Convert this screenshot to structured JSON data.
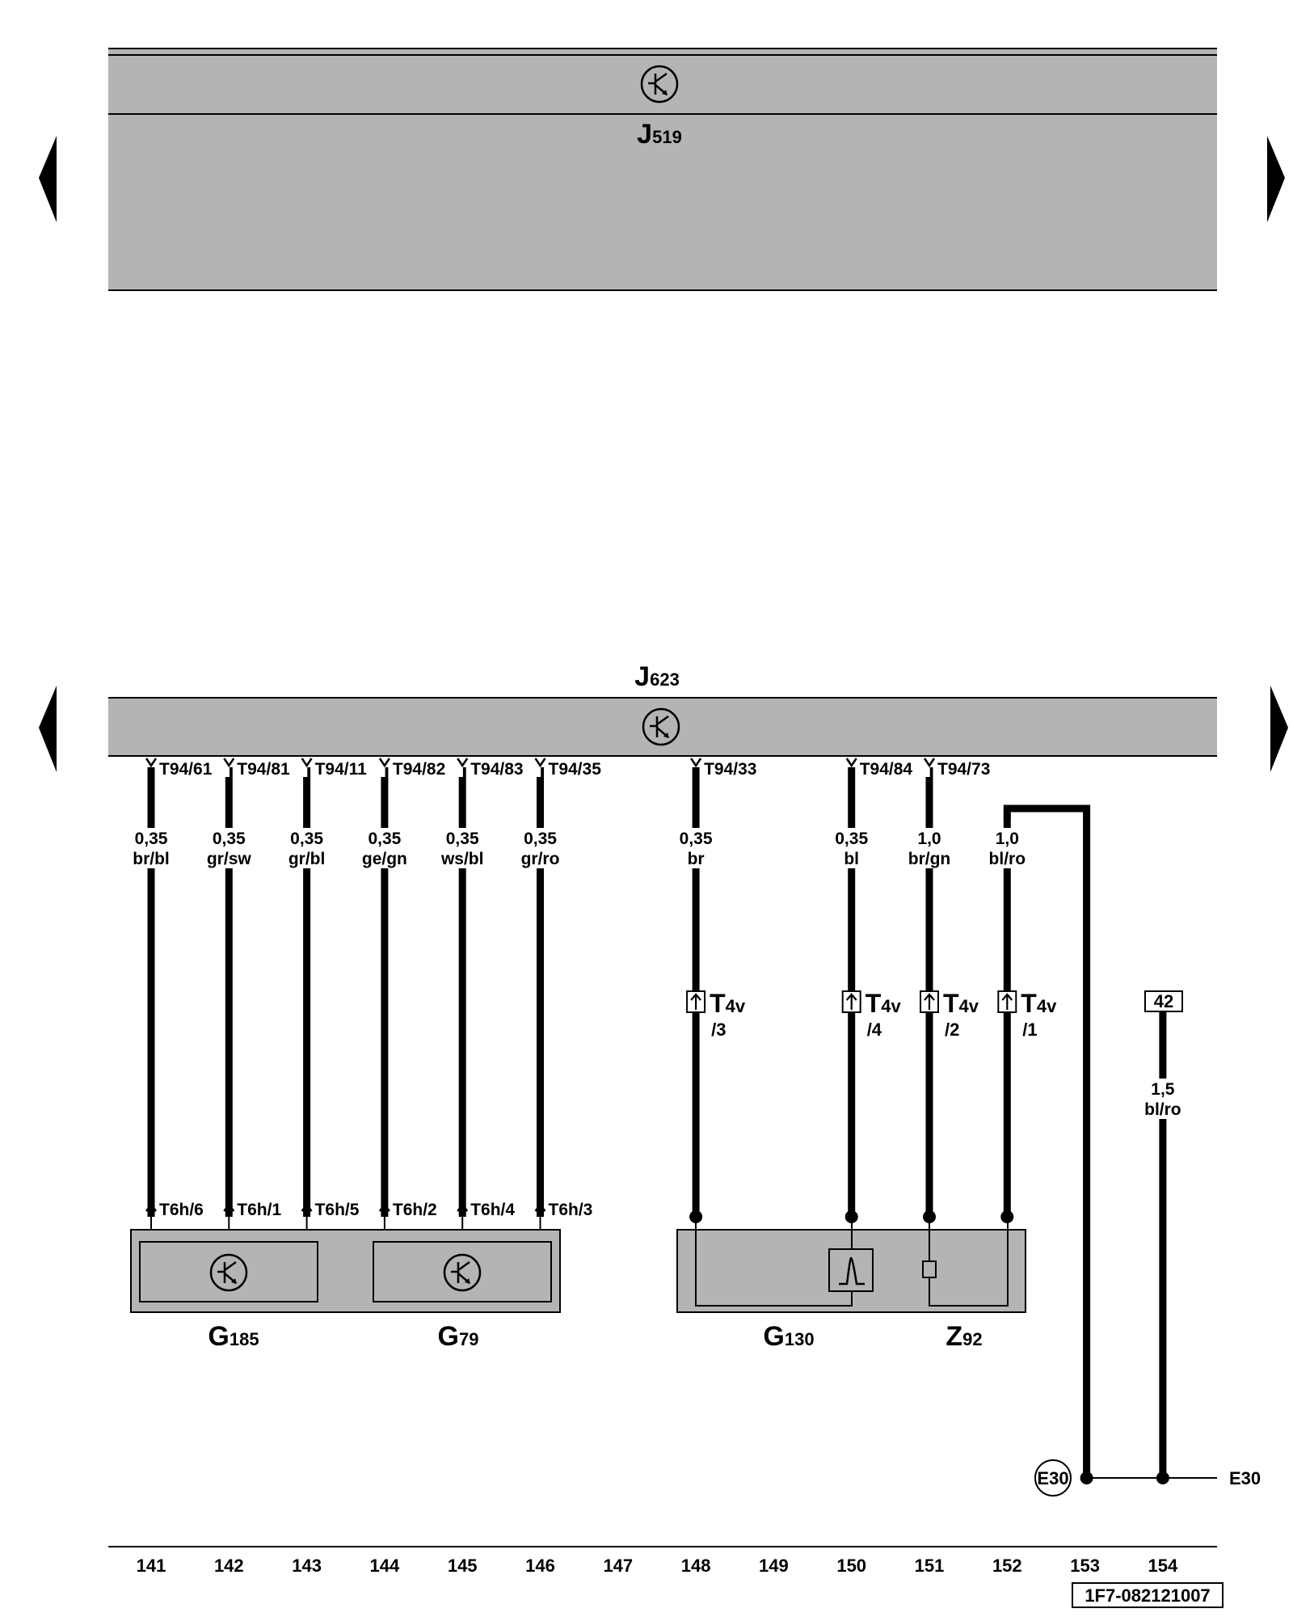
{
  "top_unit": {
    "name": "J",
    "sub": "519"
  },
  "main_unit": {
    "name": "J",
    "sub": "623"
  },
  "upper_pins": [
    {
      "label": "T94/61",
      "col": 0
    },
    {
      "label": "T94/81",
      "col": 1
    },
    {
      "label": "T94/11",
      "col": 2
    },
    {
      "label": "T94/82",
      "col": 3
    },
    {
      "label": "T94/83",
      "col": 4
    },
    {
      "label": "T94/35",
      "col": 5
    },
    {
      "label": "T94/33",
      "col": 7
    },
    {
      "label": "T94/84",
      "col": 9
    },
    {
      "label": "T94/73",
      "col": 10
    }
  ],
  "wires": [
    {
      "col": 0,
      "size": "0,35",
      "color": "br/bl"
    },
    {
      "col": 1,
      "size": "0,35",
      "color": "gr/sw"
    },
    {
      "col": 2,
      "size": "0,35",
      "color": "gr/bl"
    },
    {
      "col": 3,
      "size": "0,35",
      "color": "ge/gn"
    },
    {
      "col": 4,
      "size": "0,35",
      "color": "ws/bl"
    },
    {
      "col": 5,
      "size": "0,35",
      "color": "gr/ro"
    },
    {
      "col": 7,
      "size": "0,35",
      "color": "br"
    },
    {
      "col": 9,
      "size": "0,35",
      "color": "bl"
    },
    {
      "col": 10,
      "size": "1,0",
      "color": "br/gn"
    },
    {
      "col": 11,
      "size": "1,0",
      "color": "bl/ro"
    },
    {
      "col": 13,
      "size": "1,5",
      "color": "bl/ro"
    }
  ],
  "t4v_connectors": [
    {
      "col": 7,
      "name": "T",
      "sub": "4v",
      "pin": "/3"
    },
    {
      "col": 9,
      "name": "T",
      "sub": "4v",
      "pin": "/4"
    },
    {
      "col": 10,
      "name": "T",
      "sub": "4v",
      "pin": "/2"
    },
    {
      "col": 11,
      "name": "T",
      "sub": "4v",
      "pin": "/1"
    }
  ],
  "lower_pins": [
    {
      "label": "T6h/6",
      "col": 0
    },
    {
      "label": "T6h/1",
      "col": 1
    },
    {
      "label": "T6h/5",
      "col": 2
    },
    {
      "label": "T6h/2",
      "col": 3
    },
    {
      "label": "T6h/4",
      "col": 4
    },
    {
      "label": "T6h/3",
      "col": 5
    }
  ],
  "components": [
    {
      "name": "G",
      "sub": "185"
    },
    {
      "name": "G",
      "sub": "79"
    },
    {
      "name": "G",
      "sub": "130"
    },
    {
      "name": "Z",
      "sub": "92"
    }
  ],
  "box_42": "42",
  "ground": {
    "circle_label": "E30",
    "line_label": "E30"
  },
  "grid_numbers": [
    "141",
    "142",
    "143",
    "144",
    "145",
    "146",
    "147",
    "148",
    "149",
    "150",
    "151",
    "152",
    "153",
    "154"
  ],
  "doc_code": "1F7-082121007"
}
